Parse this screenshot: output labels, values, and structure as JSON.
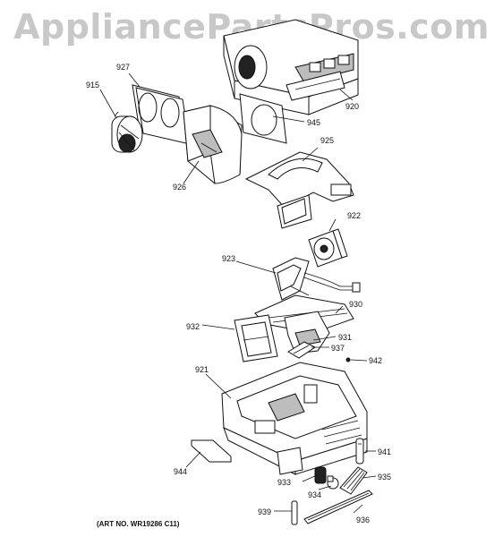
{
  "watermark": "AppliancePartsPros.com",
  "art_number": "(ART NO. WR19286 C11)",
  "parts": [
    {
      "key": "p920",
      "label": "920"
    },
    {
      "key": "p927",
      "label": "927"
    },
    {
      "key": "p915",
      "label": "915"
    },
    {
      "key": "p945",
      "label": "945"
    },
    {
      "key": "p926",
      "label": "926"
    },
    {
      "key": "p925",
      "label": "925"
    },
    {
      "key": "p922",
      "label": "922"
    },
    {
      "key": "p923",
      "label": "923"
    },
    {
      "key": "p930",
      "label": "930"
    },
    {
      "key": "p932",
      "label": "932"
    },
    {
      "key": "p931",
      "label": "931"
    },
    {
      "key": "p937",
      "label": "937"
    },
    {
      "key": "p942",
      "label": "942"
    },
    {
      "key": "p921",
      "label": "921"
    },
    {
      "key": "p941",
      "label": "941"
    },
    {
      "key": "p944",
      "label": "944"
    },
    {
      "key": "p935",
      "label": "935"
    },
    {
      "key": "p933",
      "label": "933"
    },
    {
      "key": "p934",
      "label": "934"
    },
    {
      "key": "p939",
      "label": "939"
    },
    {
      "key": "p936",
      "label": "936"
    }
  ]
}
